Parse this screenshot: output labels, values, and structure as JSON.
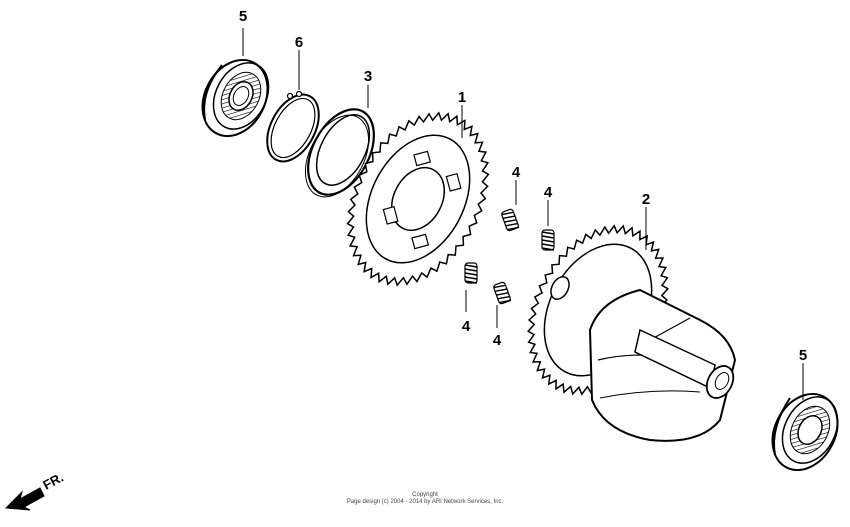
{
  "callouts": {
    "c1": "1",
    "c2": "2",
    "c3": "3",
    "c4a": "4",
    "c4b": "4",
    "c4c": "4",
    "c4d": "4",
    "c5a": "5",
    "c5b": "5",
    "c6": "6"
  },
  "front_marker": {
    "label": "FR."
  },
  "copyright": {
    "line1": "Copyright",
    "line2": "Page design (c) 2004 - 2014 by ARI Network Services, Inc."
  },
  "colors": {
    "ink": "#000000",
    "background": "#ffffff"
  }
}
